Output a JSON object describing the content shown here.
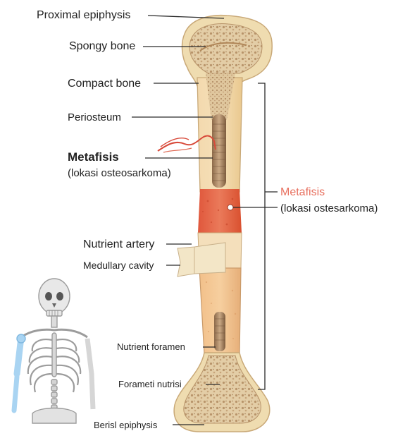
{
  "labels": {
    "proximal_epiphysis": "Proximal epiphysis",
    "spongy_bone": "Spongy bone",
    "compact_bone": "Compact bone",
    "periosteum": "Periosteum",
    "metafisis_left_title": "Metafisis",
    "metafisis_left_sub": "(lokasi osteosarkoma)",
    "metafisis_right_title": "Metafisis",
    "metafisis_right_sub": "(lokasi ostesarkoma)",
    "nutrient_artery": "Nutrient artery",
    "medullary_cavity": "Medullary cavity",
    "nutrient_foramen": "Nutrient foramen",
    "foramen_nutrisi": "Forameti nutrisi",
    "distal_epiphysis": "Berisl epiphysis"
  },
  "colors": {
    "metafisis_highlight": "#e8705f",
    "tumor_zone": "#e0573c",
    "bone_outer": "#efdcb0",
    "bone_shaft": "#f0c898",
    "spongy": "#d9c09a",
    "artery": "#d84a3a",
    "skeleton_highlight": "#a9d4f2"
  },
  "icons": {
    "skeleton": "human-skeleton-icon"
  }
}
